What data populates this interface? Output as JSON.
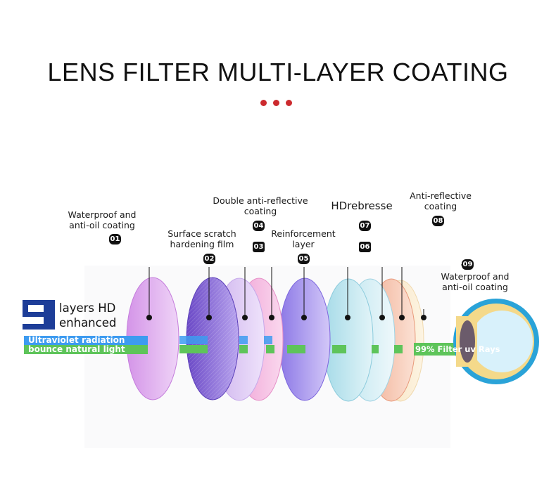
{
  "title": "LENS FILTER MULTI-LAYER COATING",
  "colors": {
    "accent_dots": "#cc2a2e",
    "uv_band": "#3d9bf0",
    "light_band": "#5ec45a",
    "eye_ring": "#2aa3d8",
    "eye_outer": "#f4d98a"
  },
  "badge_logo": {
    "numeral": "9",
    "line1": "layers HD",
    "line2": "enhanced"
  },
  "bands": {
    "uv": "Ultraviolet radiation",
    "light": "bounce natural light",
    "filter": "99% Filter uv Rays"
  },
  "layers": [
    {
      "num": "01",
      "label_lines": [
        "Waterproof and",
        "anti-oil coating"
      ]
    },
    {
      "num": "02",
      "label_lines": [
        "Surface scratch",
        "hardening film"
      ]
    },
    {
      "num": "03",
      "label_lines": []
    },
    {
      "num": "04",
      "label_lines": [
        "Double anti-reflective",
        "coating"
      ]
    },
    {
      "num": "05",
      "label_lines": [
        "Reinforcement",
        "layer"
      ]
    },
    {
      "num": "06",
      "label_lines": []
    },
    {
      "num": "07",
      "label_lines": [
        "HDrebresse"
      ]
    },
    {
      "num": "08",
      "label_lines": [
        "Anti-reflective",
        "coating"
      ]
    },
    {
      "num": "09",
      "label_lines": [
        "Waterproof and",
        "anti-oil coating"
      ]
    }
  ]
}
